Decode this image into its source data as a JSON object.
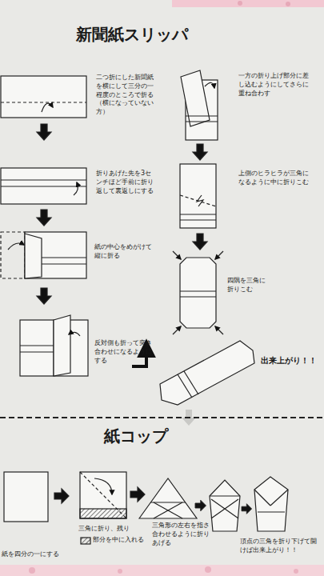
{
  "diagram": {
    "title": "新聞紙スリッパ",
    "labels": [
      "二つ折にした新聞紙を横にして三分の一程度のところで折る（横になっていない方）",
      "折りあげた先を3センチほど手前に折り返して裏返しにする",
      "紙の中心をめがけて縦に折る",
      "反対側も折って突き合わせになるようにする",
      "一方の折り上げ部分に差し込むようにしてさらに重ね合わす",
      "上側のヒラヒラが三角になるように中に折りこむ",
      "四隅を三角に折りこむ",
      "出来上がり！！",
      "紙コップ",
      "紙を四分の一にする",
      "三角に折り、残り",
      "部分を中に入れる",
      "三角形の左右を指さ合わせるように折りあげる",
      "頂点の三角を折り下げて開けば出来上がり！！"
    ]
  }
}
